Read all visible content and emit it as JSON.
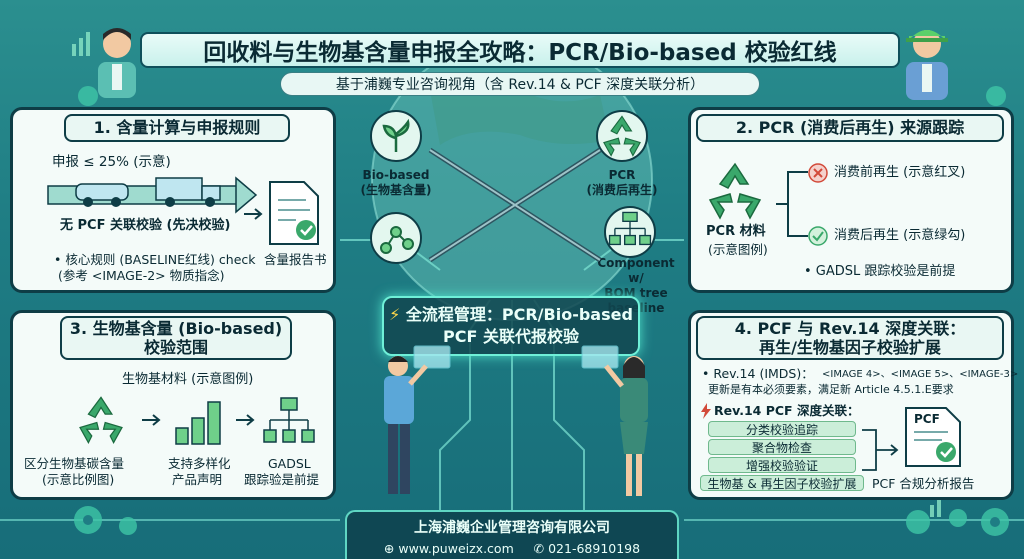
{
  "header": {
    "title": "回收料与生物基含量申报全攻略：PCR/Bio-based 校验红线",
    "subtitle": "基于浦巍专业咨询视角（含 Rev.14 & PCF 深度关联分析）"
  },
  "panel1": {
    "title": "1. 含量计算与申报规则",
    "declare": "申报 ≤ 25% (示意)",
    "no_pcf": "无 PCF 关联校验 (先决校验)",
    "core_rule": "• 核心规则 (BASELINE红线) check",
    "core_rule_ref": "(参考 <IMAGE-2> 物质指念)",
    "report": "含量报告书"
  },
  "panel2": {
    "title": "2. PCR (消费后再生) 来源跟踪",
    "material": "PCR 材料",
    "material_sub": "(示意图例)",
    "pre_consumer": "消费前再生 (示意红叉)",
    "post_consumer": "消费后再生 (示意绿勾)",
    "gadsl": "• GADSL 跟踪校验是前提"
  },
  "panel3": {
    "title_line1": "3. 生物基含量 (Bio-based)",
    "title_line2": "校验范围",
    "materials": "生物基材料 (示意图例)",
    "col1_line1": "区分生物基碳含量",
    "col1_line2": "(示意比例图)",
    "col2_line1": "支持多样化",
    "col2_line2": "产品声明",
    "col3_line1": "GADSL",
    "col3_line2": "跟踪验是前提"
  },
  "panel4": {
    "title_line1": "4. PCF 与 Rev.14 深度关联：",
    "title_line2": "再生/生物基因子校验扩展",
    "rev14_prefix": "• Rev.14 (IMDS)：",
    "rev14_refs": "<IMAGE 4>、<IMAGE 5>、<IMAGE-3>",
    "rev14_line2": "更新是有本必须要素，满足新 Article 4.5.1.E要求",
    "pcf_link": "Rev.14 PCF 深度关联：",
    "items": [
      "分类校验追踪",
      "聚合物检查",
      "增强校验验证",
      "生物基 & 再生因子校验扩展"
    ],
    "pcf_doc": "PCF",
    "report": "PCF 合规分析报告"
  },
  "center": {
    "bio_based_line1": "Bio-based",
    "bio_based_line2": "(生物基含量)",
    "pcr_line1": "PCR",
    "pcr_line2": "(消费后再生)",
    "component_line1": "Component w/",
    "component_line2": "BOM tree baseline",
    "mgmt_line1": "全流程管理：PCR/Bio-based",
    "mgmt_line2": "PCF 关联代报校验"
  },
  "footer": {
    "company": "上海浦巍企业管理咨询有限公司",
    "website": "www.puweizx.com",
    "phone": "021-68910198"
  },
  "colors": {
    "background": "#1f7d84",
    "panel": "#f4fbf9",
    "border": "#0e3d46",
    "accent_green": "#3aa86b",
    "accent_red": "#d24a3a"
  }
}
